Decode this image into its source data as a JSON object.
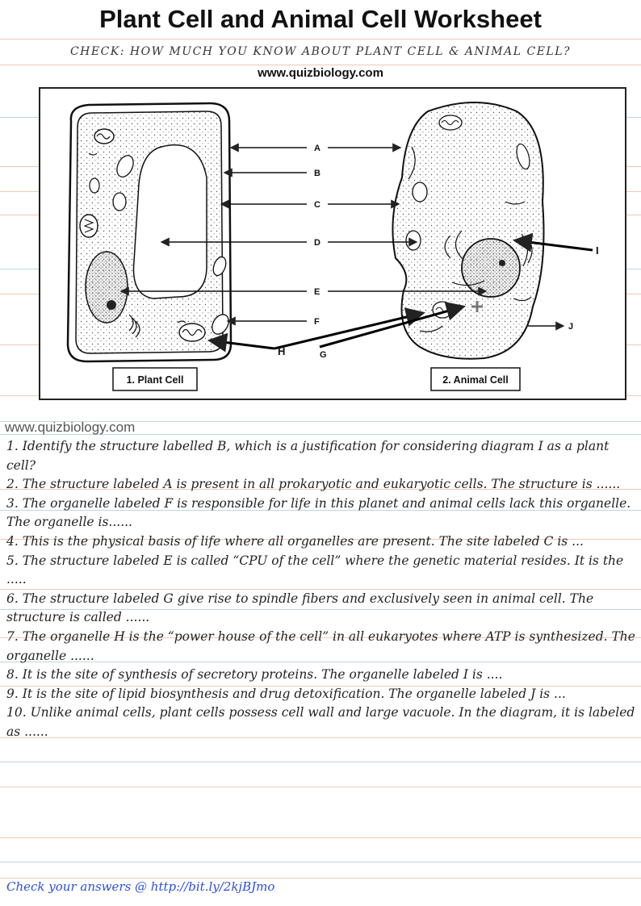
{
  "header": {
    "title": "Plant Cell and Animal Cell Worksheet",
    "subtitle": "CHECK: HOW MUCH YOU KNOW ABOUT PLANT CELL & ANIMAL CELL?",
    "url": "www.quizbiology.com"
  },
  "diagram": {
    "labels": [
      "A",
      "B",
      "C",
      "D",
      "E",
      "F",
      "G",
      "H",
      "I",
      "J"
    ],
    "plant_caption": "1. Plant Cell",
    "animal_caption": "2. Animal Cell"
  },
  "watermark": "www.quizbiology.com",
  "questions": [
    "1. Identify the structure labelled B, which is a justification for considering diagram I as a plant cell?",
    "2. The structure labeled A is present in all prokaryotic and eukaryotic cells. The structure is ......",
    "3. The organelle labeled F is responsible for life in this planet and animal cells lack this organelle. The organelle is......",
    "4. This is the physical basis of life where all organelles are present. The site labeled C is ...",
    "5. The structure labeled E is called “CPU of the cell” where the genetic material resides. It is the .....",
    "6. The structure labeled G give rise to spindle fibers and exclusively seen in animal cell. The structure is called ......",
    "7. The organelle H is the “power house of the cell” in all eukaryotes where ATP is synthesized. The organelle ......",
    "8. It is the site of synthesis of secretory proteins. The organelle labeled I is ....",
    "9. It is the site of lipid biosynthesis and drug detoxification. The organelle labeled J is ...",
    "10. Unlike animal cells, plant cells possess cell wall and large vacuole. In the diagram, it is labeled as ......"
  ],
  "footer": {
    "answers_text": "Check your answers @ http://bit.ly/2kjBJmo"
  }
}
